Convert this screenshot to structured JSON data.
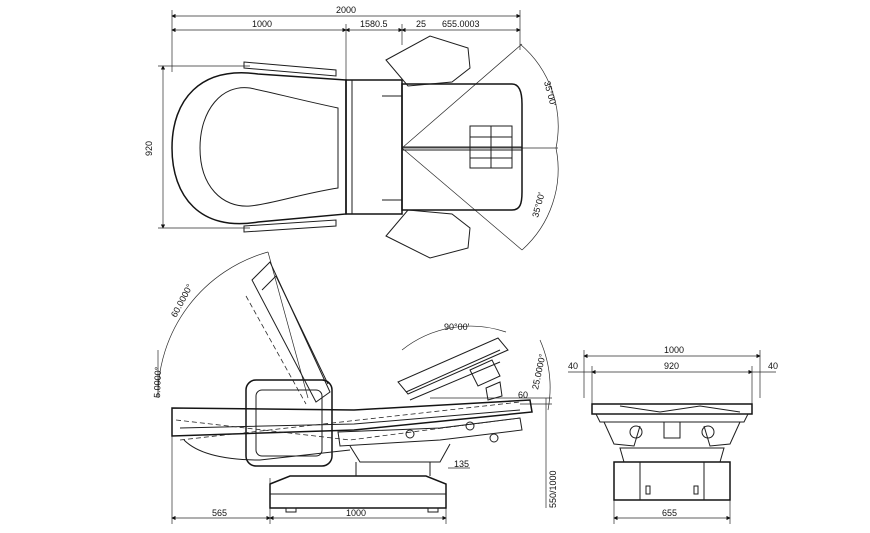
{
  "top_view": {
    "dims": {
      "overall_length": "2000",
      "head_length": "1000",
      "seat_length": "1580.5",
      "gap": "25",
      "leg_length": "655.0003",
      "width": "920",
      "leg_angle_upper": "35°00'",
      "leg_angle_lower": "35°00'"
    }
  },
  "side_view": {
    "dims": {
      "back_angle": "60.0000°",
      "back_extension": "5.0000°",
      "leg_angle": "90°00'",
      "leg_tilt": "25.0000°",
      "step": "60",
      "base_offset": "135",
      "height_range": "550/1000",
      "front_overhang": "565",
      "base_length": "1000"
    }
  },
  "end_view": {
    "dims": {
      "total_width": "1000",
      "inner_width": "920",
      "left_margin": "40",
      "right_margin": "40",
      "base_width": "655"
    }
  }
}
